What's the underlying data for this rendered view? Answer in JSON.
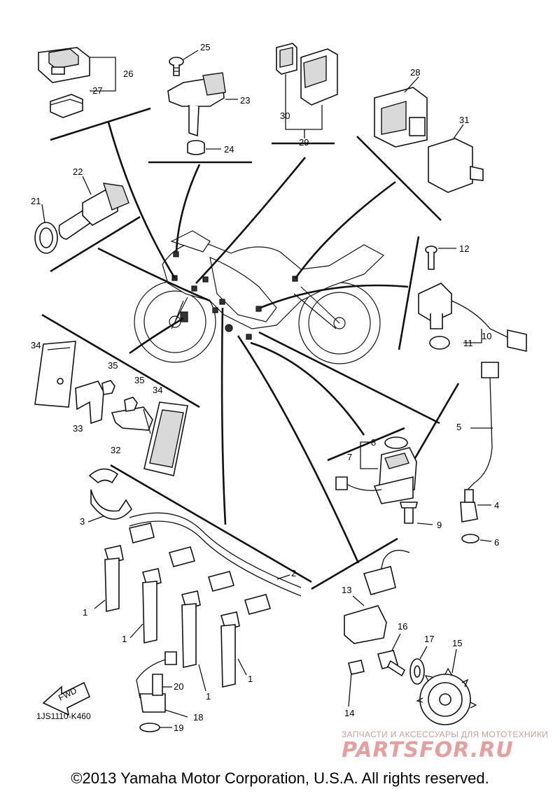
{
  "diagram": {
    "code": "1JS1110-K460",
    "fwd_label": "FWD",
    "callouts": {
      "c1a": "1",
      "c1b": "1",
      "c1c": "1",
      "c1d": "1",
      "c2": "2",
      "c3": "3",
      "c4": "4",
      "c5": "5",
      "c6": "6",
      "c7": "7",
      "c8": "8",
      "c9": "9",
      "c10": "10",
      "c11": "11",
      "c12": "12",
      "c13": "13",
      "c14": "14",
      "c15": "15",
      "c16": "16",
      "c17": "17",
      "c18": "18",
      "c19": "19",
      "c20": "20",
      "c21": "21",
      "c22": "22",
      "c23": "23",
      "c24": "24",
      "c25": "25",
      "c26": "26",
      "c27": "27",
      "c28": "28",
      "c29": "29",
      "c30": "30",
      "c31": "31",
      "c32": "32",
      "c33": "33",
      "c34a": "34",
      "c34b": "34",
      "c35a": "35",
      "c35b": "35"
    }
  },
  "footer": {
    "copyright": "©2013 Yamaha Motor Corporation, U.S.A. All rights reserved."
  },
  "watermark": {
    "tagline": "ЗАПЧАСТИ И АКСЕССУАРЫ ДЛЯ МОТОТЕХНИКИ",
    "logo": "PARTSFOR.RU"
  }
}
